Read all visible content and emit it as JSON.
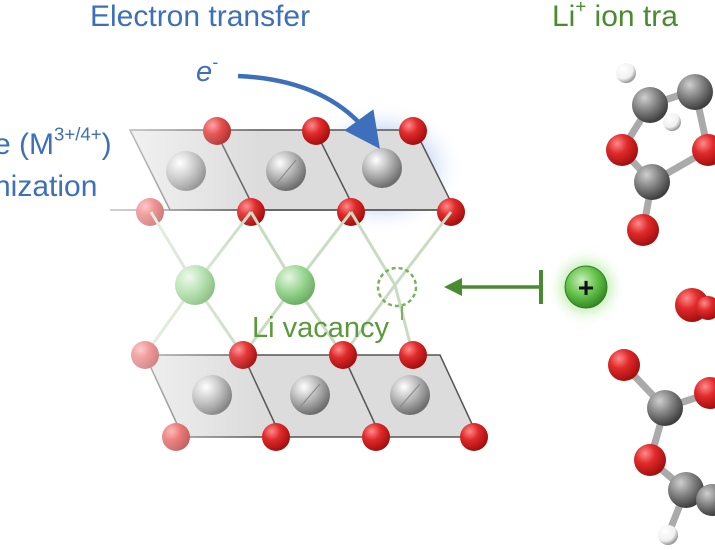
{
  "labels": {
    "electron_transfer": "Electron transfer",
    "li_ion": "Li",
    "li_ion_sup": "+",
    "li_ion_rest": " ion tra",
    "electron": "e",
    "electron_sup": "-",
    "oxidation_line1": "e (M",
    "oxidation_sup": "3+/4+",
    "oxidation_line1_end": ")",
    "oxidation_line2": "nization",
    "li_vacancy": "Li vacancy",
    "cation_symbol": "+"
  },
  "colors": {
    "oxygen": "#d62828",
    "metal": "#9a9a9a",
    "lithium": "#8fd08a",
    "carbon": "#7a7a7a",
    "hydrogen": "#ffffff",
    "electron_arrow": "#3d6fba",
    "blocked_arrow": "#4a8a30",
    "text_blue": "#3d6fba",
    "text_green": "#5a9a3c",
    "slab_fill": "#d9d9d9"
  }
}
